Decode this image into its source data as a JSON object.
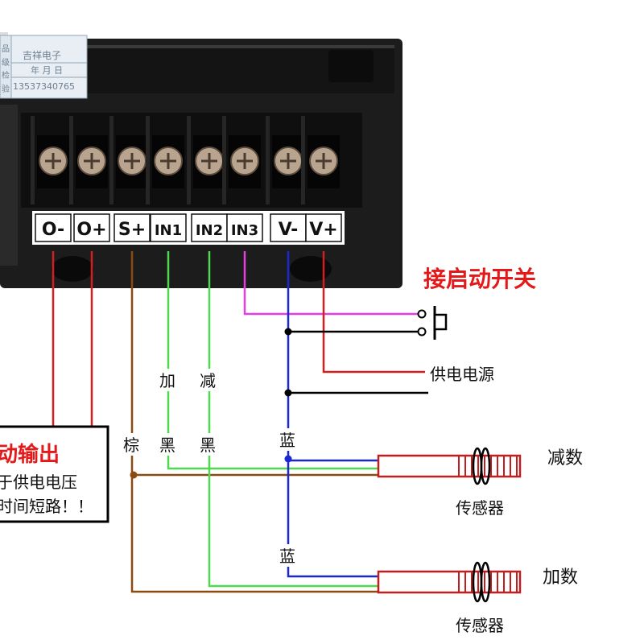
{
  "colors": {
    "background": "#ffffff",
    "module_body": "#1c1c1c",
    "terminal_block": "#0f0f0f",
    "screw_metal": "#b9a58f",
    "label_plate": "#ffffff",
    "wire_red": "#d21f1f",
    "wire_brown": "#8a4b12",
    "wire_green": "#4ed84e",
    "wire_magenta": "#e23ee2",
    "wire_blue": "#1a28d0",
    "wire_black": "#000000",
    "title_red": "#e41a1a",
    "sensor_red": "#c41d1d"
  },
  "sticker": {
    "side_chars": [
      "品",
      "级",
      "检",
      "验"
    ],
    "brand": "吉祥电子",
    "date": "年 月 日",
    "phone": "13537340765"
  },
  "terminals": [
    "O-",
    "O+",
    "S+",
    "IN1",
    "IN2",
    "IN3",
    "V-",
    "V+"
  ],
  "labels": {
    "start_switch": "接启动开关",
    "power_supply": "供电电源",
    "add": "加",
    "subtract": "减",
    "brown": "棕",
    "black1": "黑",
    "black2": "黑",
    "blue1": "蓝",
    "blue2": "蓝",
    "sensor1_function": "减数",
    "sensor2_function": "加数",
    "sensor1_name": "传感器",
    "sensor2_name": "传感器"
  },
  "warning": {
    "title": "动输出",
    "line1": "于供电电压",
    "line2": "时间短路！！"
  }
}
